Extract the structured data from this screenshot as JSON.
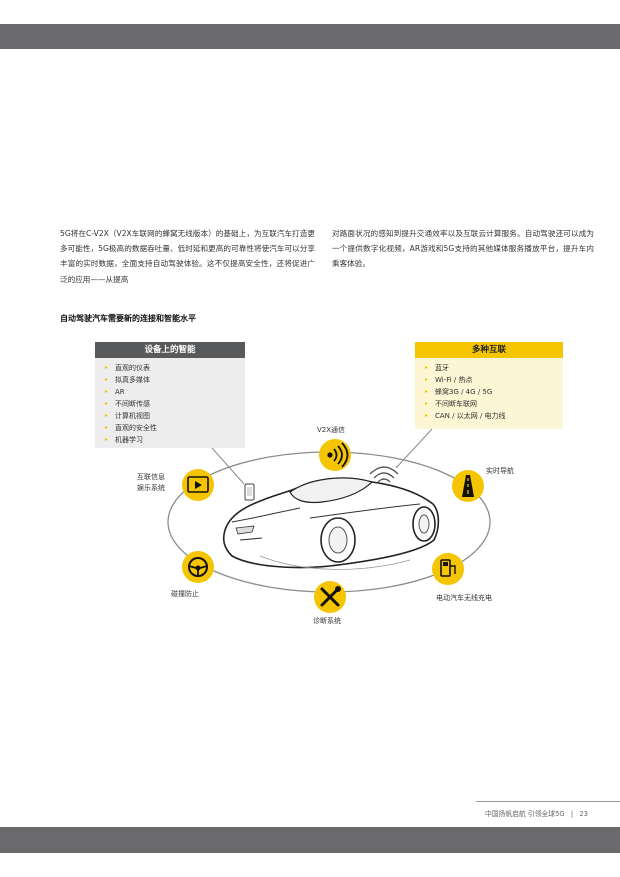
{
  "body_text": {
    "left": "5G将在C-V2X（V2X车联网的蜂窝无线版本）的基础上，为互联汽车打造更多可能性，5G极高的数据吞吐量、低时延和更高的可靠性将使汽车可以分享丰富的实时数据，全面支持自动驾驶体验。这不仅提高安全性，还将促进广泛的应用——从提高",
    "right": "对路面状况的感知到提升交通效率以及互联云计算服务。自动驾驶还可以成为一个提供数字化视频，AR游戏和5G支持的其他媒体服务播放平台，提升车内乘客体验。"
  },
  "section_title": "自动驾驶汽车需要新的连接和智能水平",
  "smart_panel": {
    "title": "设备上的智能",
    "items": [
      "直观的仪表",
      "拟真多媒体",
      "AR",
      "不间断传感",
      "计算机视图",
      "直观的安全性",
      "机器学习"
    ]
  },
  "connect_panel": {
    "title": "多种互联",
    "items": [
      "蓝牙",
      "Wi-Fi / 热点",
      "蜂窝3G / 4G / 5G",
      "不间断车联网",
      "CAN / 以太网 / 电力线"
    ]
  },
  "nodes": {
    "v2x": "V2X通信",
    "infotainment_line1": "互联信息",
    "infotainment_line2": "娱乐系统",
    "navigation": "实时导航",
    "collision": "碰撞防止",
    "ev_charging": "电动汽车无线充电",
    "diagnostics": "诊断系统"
  },
  "icons": {
    "v2x": "wireless-signal-icon",
    "infotainment": "media-player-icon",
    "navigation": "road-icon",
    "collision": "steering-wheel-icon",
    "ev_charging": "charging-station-icon",
    "diagnostics": "tools-icon"
  },
  "colors": {
    "accent_yellow": "#f4c500",
    "dark_gray": "#58595b",
    "band_gray": "#6b6b6d"
  },
  "footer": {
    "text": "中国扬帆启航  引领全球5G",
    "separator": "|",
    "page_number": "23"
  }
}
